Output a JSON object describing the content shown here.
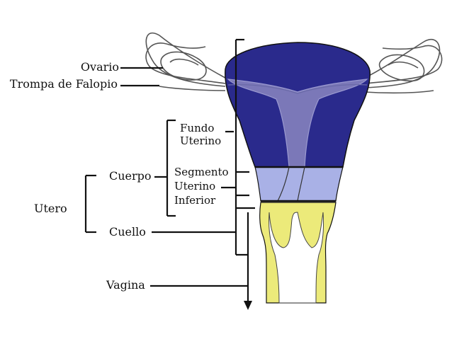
{
  "labels": {
    "ovario": "Ovario",
    "trompa": "Trompa de Falopio",
    "fundo_1": "Fundo",
    "fundo_2": "Uterino",
    "cuerpo": "Cuerpo",
    "segmento_1": "Segmento",
    "segmento_2": "Uterino",
    "segmento_3": "Inferior",
    "utero": "Utero",
    "cuello": "Cuello",
    "vagina": "Vagina"
  },
  "colors": {
    "fundus": "#2a2a8c",
    "cavity": "#7b78b8",
    "lower_segment": "#a9b1e6",
    "cervix_vagina": "#ecea7a",
    "outline": "#111111"
  }
}
